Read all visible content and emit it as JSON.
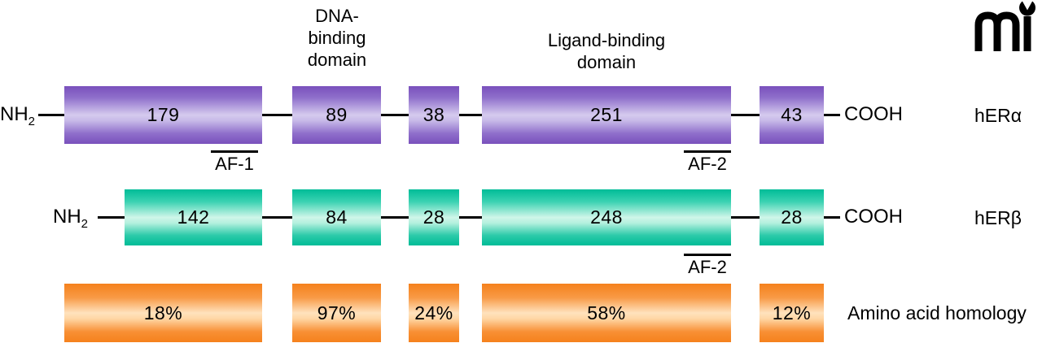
{
  "figure": {
    "top_labels": {
      "dna_binding": {
        "line1": "DNA-",
        "line2": "binding",
        "line3": "domain"
      },
      "ligand_binding": {
        "line1": "Ligand-binding",
        "line2": "domain"
      }
    },
    "logo": {
      "icon": "mi-journal-logo",
      "text": "mi"
    },
    "colors": {
      "purple": "#7950bc",
      "teal": "#00bc97",
      "orange": "#f5811c",
      "line": "#000000"
    },
    "rows": {
      "hera": {
        "n_terminus": "NH",
        "n_terminus_sub": "2",
        "c_terminus": "COOH",
        "name": "hERα",
        "boxes": [
          "179",
          "89",
          "38",
          "251",
          "43"
        ],
        "af1": "AF-1",
        "af2": "AF-2"
      },
      "herb": {
        "n_terminus": "NH",
        "n_terminus_sub": "2",
        "c_terminus": "COOH",
        "name": "hERβ",
        "boxes": [
          "142",
          "84",
          "28",
          "248",
          "28"
        ],
        "af2": "AF-2"
      },
      "homology": {
        "boxes": [
          "18%",
          "97%",
          "24%",
          "58%",
          "12%"
        ],
        "label": "Amino acid homology"
      }
    }
  }
}
